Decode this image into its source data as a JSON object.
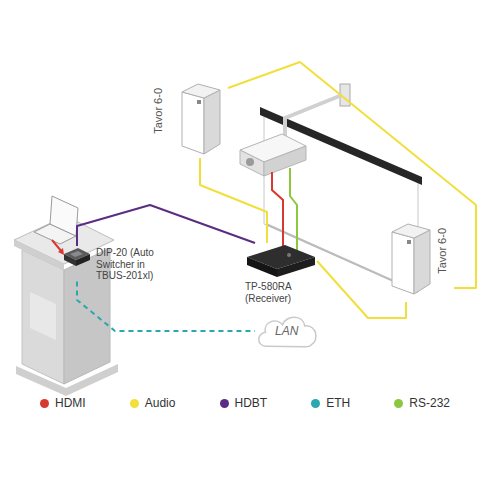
{
  "diagram": {
    "nodes": [
      {
        "text": [
          "Tavor 6-0"
        ]
      },
      {
        "text": [
          "DIP-20 (Auto Switcher in TBUS-201xl)"
        ]
      },
      {
        "text": [
          "TP-580RA (Receiver)"
        ]
      },
      {
        "text": [
          "Tavor 6-0"
        ]
      },
      {
        "text": [
          "LAN"
        ]
      }
    ],
    "edges": [
      {
        "from": 1,
        "to": 2,
        "arrow": "none"
      },
      {
        "from": 1,
        "to": 4,
        "arrow": "none"
      },
      {
        "from": 2,
        "to": 0,
        "arrow": "none"
      },
      {
        "from": 2,
        "to": 3,
        "arrow": "none"
      },
      {
        "from": 0,
        "to": 3,
        "arrow": "none"
      }
    ],
    "legend": [
      {
        "text": "HDMI",
        "color": "#d7392f"
      },
      {
        "text": "Audio",
        "color": "#f1df3b"
      },
      {
        "text": "HDBT",
        "color": "#5a2d82"
      },
      {
        "text": "ETH",
        "color": "#29a8b0"
      },
      {
        "text": "RS-232",
        "color": "#8dc63f"
      }
    ]
  }
}
